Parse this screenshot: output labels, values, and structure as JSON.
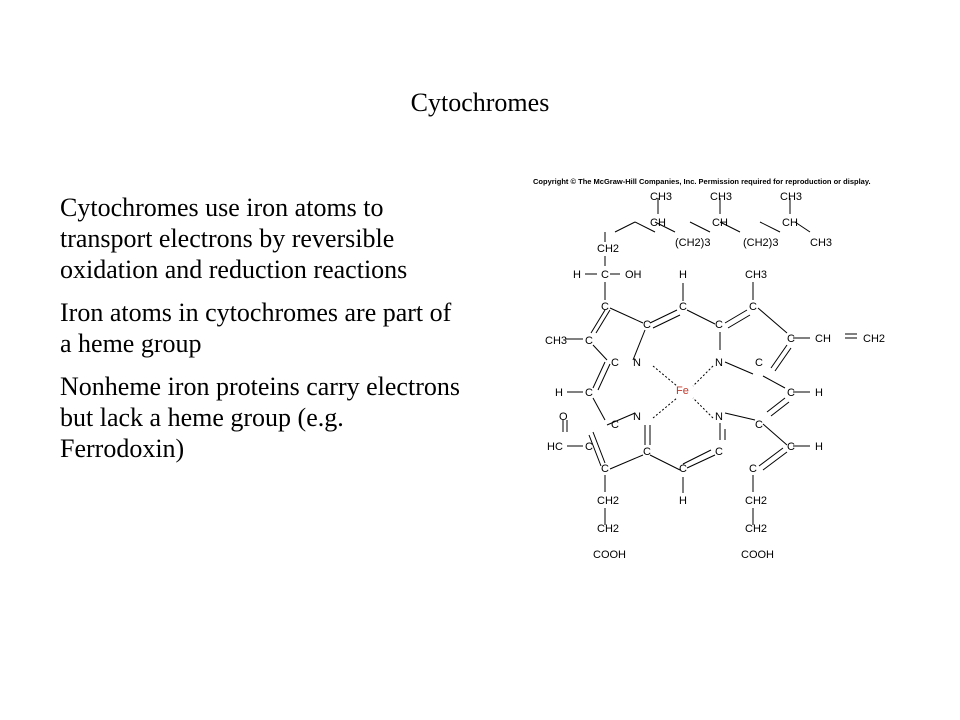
{
  "slide": {
    "title": "Cytochromes",
    "paragraphs": [
      "Cytochromes use iron atoms to transport electrons by reversible oxidation and reduction reactions",
      "Iron atoms in cytochromes are part of a heme group",
      "Nonheme iron proteins carry electrons but lack a heme group (e.g. Ferrodoxin)"
    ]
  },
  "figure": {
    "copyright": "Copyright © The McGraw-Hill Companies, Inc. Permission required for reproduction or display.",
    "labels": {
      "C": "C",
      "N": "N",
      "H": "H",
      "O": "O",
      "CH": "CH",
      "CH3": "CH3",
      "CH2": "CH2",
      "CH2_3": "(CH2)3",
      "OH": "OH",
      "HC": "HC",
      "COOH": "COOH",
      "Fe": "Fe"
    },
    "colors": {
      "iron": "#c0392b"
    }
  }
}
